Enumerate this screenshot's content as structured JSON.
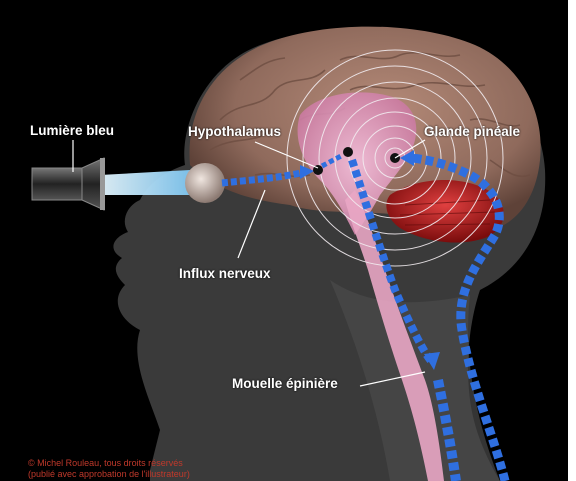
{
  "labels": {
    "light": "Lumière bleu",
    "hypothalamus": "Hypothalamus",
    "pineal": "Glande pinéale",
    "nerve": "Influx nerveux",
    "spinal": "Mouelle épinière"
  },
  "credit": {
    "line1": "© Michel Rouleau, tous droits réservés",
    "line2": "(publié avec approbation de l'illustrateur)"
  },
  "colors": {
    "background": "#000000",
    "head_silhouette": "#3a3a3a",
    "brain": "#9a7868",
    "limbic": "#e8a6c6",
    "cerebellum": "#b02020",
    "pathway_arrow": "#2f6fe0",
    "light_beam": "#bfe8ff",
    "label_text": "#ffffff",
    "credit_text": "#c0392b"
  },
  "icons": {
    "lamp": "flashlight-icon",
    "eye": "eyeball-icon",
    "pineal_rings": "concentric-circles-icon"
  }
}
